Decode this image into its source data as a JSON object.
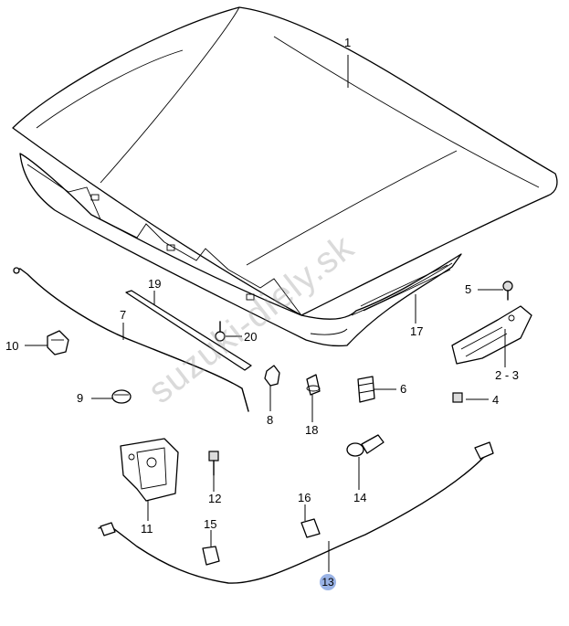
{
  "watermark": "suzuki-diely.sk",
  "highlight_color": "#9ab3e6",
  "callouts": [
    {
      "id": "1",
      "label": "1"
    },
    {
      "id": "2-3",
      "label": "2 - 3"
    },
    {
      "id": "4",
      "label": "4"
    },
    {
      "id": "5",
      "label": "5"
    },
    {
      "id": "6",
      "label": "6"
    },
    {
      "id": "7",
      "label": "7"
    },
    {
      "id": "8",
      "label": "8"
    },
    {
      "id": "9",
      "label": "9"
    },
    {
      "id": "10",
      "label": "10"
    },
    {
      "id": "11",
      "label": "11"
    },
    {
      "id": "12",
      "label": "12"
    },
    {
      "id": "13",
      "label": "13"
    },
    {
      "id": "14",
      "label": "14"
    },
    {
      "id": "15",
      "label": "15"
    },
    {
      "id": "16",
      "label": "16"
    },
    {
      "id": "17",
      "label": "17"
    },
    {
      "id": "18",
      "label": "18"
    },
    {
      "id": "19",
      "label": "19"
    },
    {
      "id": "20",
      "label": "20"
    }
  ]
}
